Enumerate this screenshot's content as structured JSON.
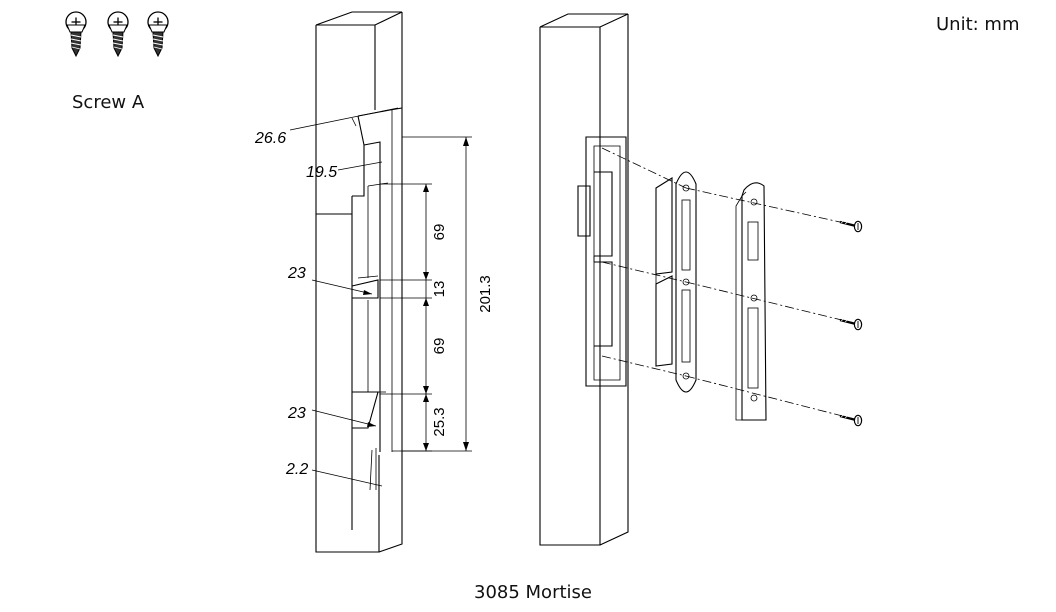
{
  "unit_label": "Unit: mm",
  "screw_label": "Screw A",
  "caption": "3085 Mortise",
  "dimensions": {
    "d26_6": "26.6",
    "d19_5": "19.5",
    "d23_top": "23",
    "d23_bottom": "23",
    "d2_2": "2.2",
    "d69_top": "69",
    "d13": "13",
    "d69_bottom": "69",
    "d25_3": "25.3",
    "d201_3": "201.3"
  },
  "icons": {
    "screw": "screw-icon"
  }
}
